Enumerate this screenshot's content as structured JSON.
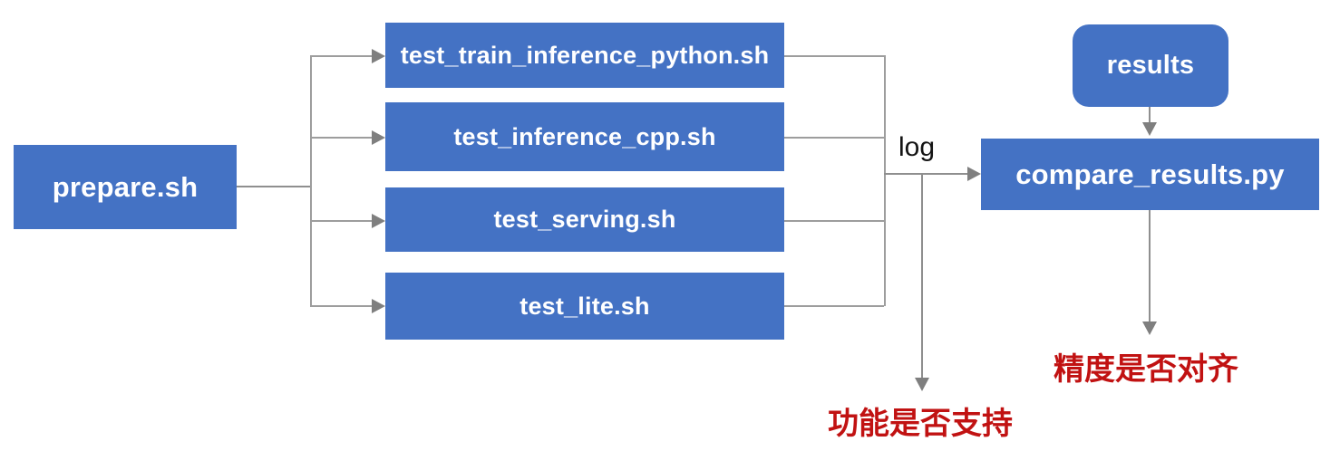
{
  "diagram": {
    "title": "test pipeline flowchart",
    "nodes": {
      "prepare": {
        "label": "prepare.sh",
        "shape": "rectangle"
      },
      "tests": [
        {
          "label": "test_train_inference_python.sh",
          "shape": "rectangle"
        },
        {
          "label": "test_inference_cpp.sh",
          "shape": "rectangle"
        },
        {
          "label": "test_serving.sh",
          "shape": "rectangle"
        },
        {
          "label": "test_lite.sh",
          "shape": "rectangle"
        }
      ],
      "results": {
        "label": "results",
        "shape": "rounded-rectangle"
      },
      "compare": {
        "label": "compare_results.py",
        "shape": "rectangle"
      }
    },
    "edges": {
      "log_label": "log",
      "flow": [
        "prepare.sh -> test_train_inference_python.sh",
        "prepare.sh -> test_inference_cpp.sh",
        "prepare.sh -> test_serving.sh",
        "prepare.sh -> test_lite.sh",
        "tests -> log -> compare_results.py",
        "log -> 功能是否支持",
        "results -> compare_results.py",
        "compare_results.py -> 精度是否对齐"
      ]
    },
    "annotations": {
      "function_support": "功能是否支持",
      "precision_alignment": "精度是否对齐"
    },
    "colors": {
      "node_fill": "#4472C4",
      "node_text": "#FFFFFF",
      "connector": "#8F8F8F",
      "edge_label_text": "#141414",
      "annotation_text": "#C11212",
      "background": "#FFFFFF"
    }
  }
}
